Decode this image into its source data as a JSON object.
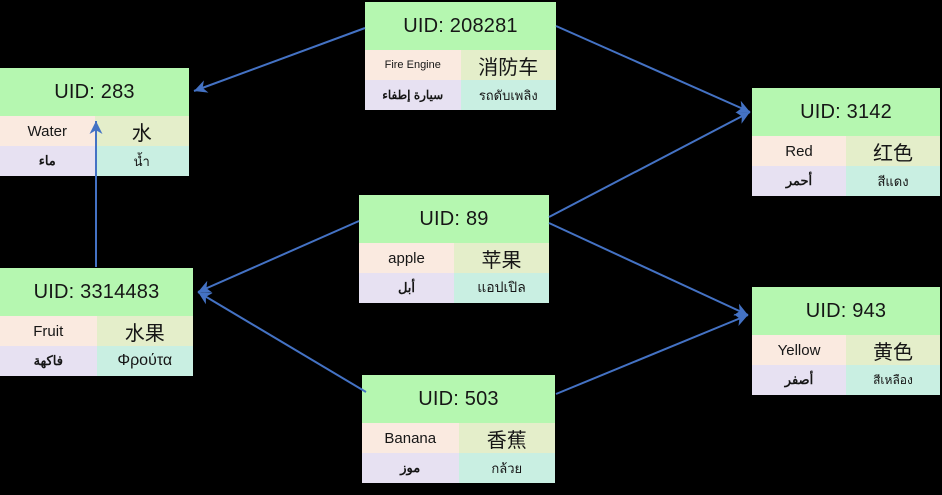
{
  "background": "#000000",
  "colors": {
    "node_header": "#b5f7b0",
    "cell_english": "#faeae0",
    "cell_chinese": "#e4eeca",
    "cell_arabic": "#e7e1f2",
    "cell_other": "#c9efe2",
    "arrow": "#4472c4"
  },
  "nodes": [
    {
      "id": "208281",
      "uid_label": "UID: 208281",
      "labels": {
        "en": "Fire Engine",
        "zh": "消防车",
        "ar": "سيارة إطفاء",
        "other": "รถดับเพลิง"
      }
    },
    {
      "id": "283",
      "uid_label": "UID: 283",
      "labels": {
        "en": "Water",
        "zh": "水",
        "ar": "ماء",
        "other": "น้ำ"
      }
    },
    {
      "id": "3142",
      "uid_label": "UID: 3142",
      "labels": {
        "en": "Red",
        "zh": "红色",
        "ar": "أحمر",
        "other": "สีแดง"
      }
    },
    {
      "id": "89",
      "uid_label": "UID: 89",
      "labels": {
        "en": "apple",
        "zh": "苹果",
        "ar": "أبل",
        "other": "แอปเปิล"
      }
    },
    {
      "id": "3314483",
      "uid_label": "UID: 3314483",
      "labels": {
        "en": "Fruit",
        "zh": "水果",
        "ar": "فاكهة",
        "other": "Φρούτα"
      }
    },
    {
      "id": "943",
      "uid_label": "UID: 943",
      "labels": {
        "en": "Yellow",
        "zh": "黄色",
        "ar": "أصفر",
        "other": "สีเหลือง"
      }
    },
    {
      "id": "503",
      "uid_label": "UID: 503",
      "labels": {
        "en": "Banana",
        "zh": "香蕉",
        "ar": "موز",
        "other": "กล้วย"
      }
    }
  ],
  "edges": [
    {
      "from": "208281",
      "to": "283"
    },
    {
      "from": "208281",
      "to": "3142"
    },
    {
      "from": "89",
      "to": "3142"
    },
    {
      "from": "89",
      "to": "3314483"
    },
    {
      "from": "89",
      "to": "943"
    },
    {
      "from": "503",
      "to": "3314483"
    },
    {
      "from": "503",
      "to": "943"
    },
    {
      "from": "3314483",
      "to": "283"
    }
  ]
}
